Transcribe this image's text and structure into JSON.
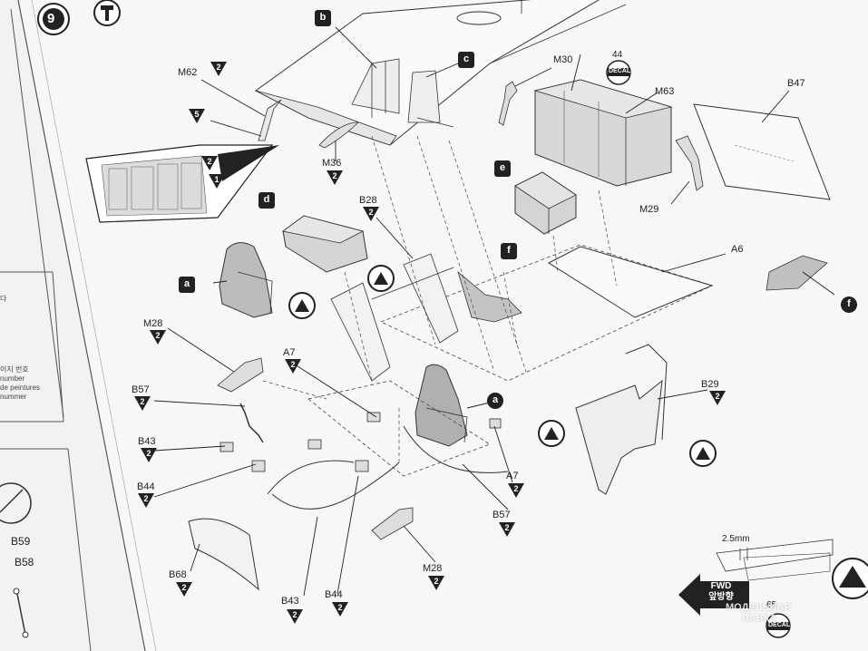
{
  "step": {
    "number": "9",
    "hammer_icon": "hammer-icon"
  },
  "sub_assemblies": [
    "b",
    "c",
    "d",
    "e",
    "f"
  ],
  "callouts": {
    "a": "a",
    "b": "b",
    "c": "c",
    "d": "d",
    "e": "e",
    "f": "f"
  },
  "parts": [
    {
      "id": "m62",
      "label": "M62",
      "qty": "2"
    },
    {
      "id": "p5",
      "label": "5"
    },
    {
      "id": "m36",
      "label": "M36",
      "qty": "2"
    },
    {
      "id": "m30",
      "label": "M30"
    },
    {
      "id": "m63",
      "label": "M63"
    },
    {
      "id": "decal44",
      "label": "44",
      "decal": "DECAL"
    },
    {
      "id": "b47",
      "label": "B47"
    },
    {
      "id": "m29",
      "label": "M29"
    },
    {
      "id": "b28",
      "label": "B28",
      "qty": "2"
    },
    {
      "id": "a6",
      "label": "A6"
    },
    {
      "id": "m28a",
      "label": "M28",
      "qty": "2"
    },
    {
      "id": "a7a",
      "label": "A7",
      "qty": "2"
    },
    {
      "id": "b57a",
      "label": "B57",
      "qty": "2"
    },
    {
      "id": "b43a",
      "label": "B43",
      "qty": "2"
    },
    {
      "id": "b44a",
      "label": "B44",
      "qty": "2"
    },
    {
      "id": "b68",
      "label": "B68",
      "qty": "2"
    },
    {
      "id": "b43b",
      "label": "B43",
      "qty": "2"
    },
    {
      "id": "b44b",
      "label": "B44",
      "qty": "2"
    },
    {
      "id": "m28b",
      "label": "M28",
      "qty": "2"
    },
    {
      "id": "b57b",
      "label": "B57",
      "qty": "2"
    },
    {
      "id": "a7b",
      "label": "A7",
      "qty": "2"
    },
    {
      "id": "b29",
      "label": "B29",
      "qty": "2"
    },
    {
      "id": "b59",
      "label": "B59"
    },
    {
      "id": "b58",
      "label": "B58"
    },
    {
      "id": "decal65",
      "label": "65",
      "decal": "DECAL"
    }
  ],
  "inset_numbers": [
    "2",
    "1"
  ],
  "dimension": "2.5mm",
  "fwd": {
    "line1": "FWD",
    "line2": "앞방향"
  },
  "left_legend": [
    "이지 번호",
    "number",
    "de peintures",
    "nummer"
  ],
  "left_legend_top": "다",
  "watermark": {
    "line1": "МОДЕЛЬНАЯ",
    "line2": "ЛАВКА"
  }
}
